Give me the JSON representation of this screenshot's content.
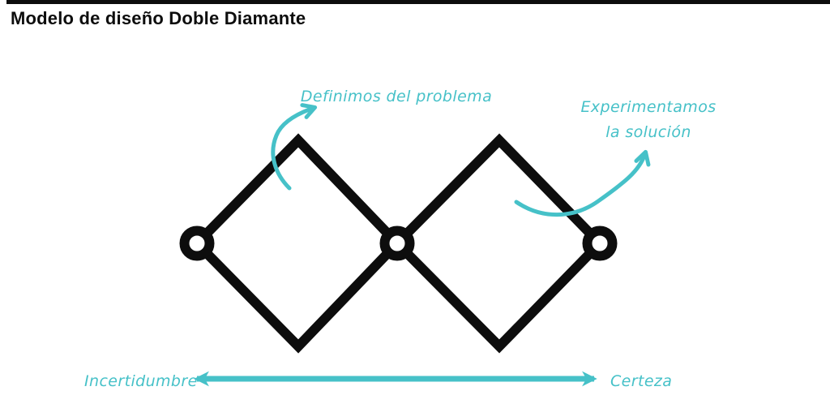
{
  "window": {
    "title": "Modelo de diseño Doble Diamante"
  },
  "colors": {
    "accent_teal": "#46c1c8",
    "ink_black": "#0d0d0d",
    "background": "#ffffff"
  },
  "diagram": {
    "annotation_problem": "Definimos del problema",
    "annotation_solution_line1": "Experimentamos",
    "annotation_solution_line2": "la solución",
    "axis_left_label": "Incertidumbre",
    "axis_right_label": "Certeza"
  }
}
